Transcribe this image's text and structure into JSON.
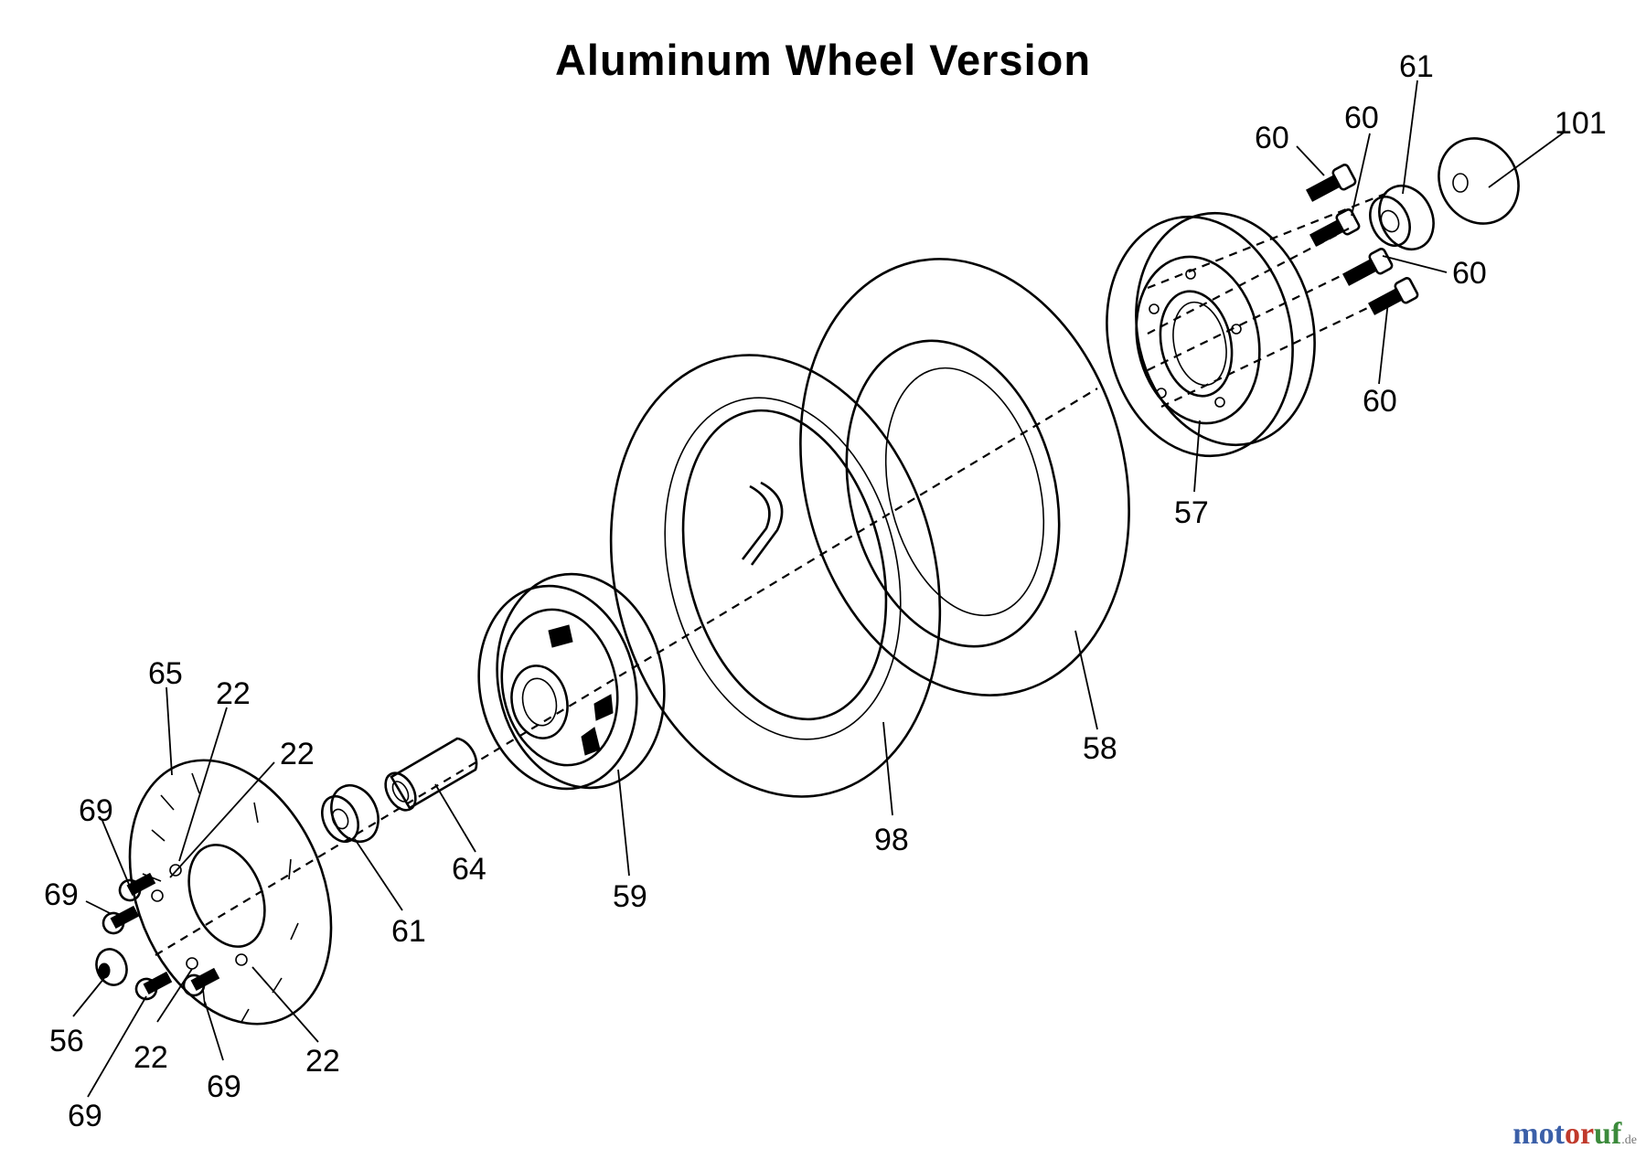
{
  "title": "Aluminum Wheel Version",
  "brand": {
    "p1": "mot",
    "p2": "or",
    "p3": "uf",
    "p4": ".de"
  },
  "labels": [
    {
      "id": "label-60-a",
      "text": "60"
    },
    {
      "id": "label-60-b",
      "text": "60"
    },
    {
      "id": "label-61-top",
      "text": "61"
    },
    {
      "id": "label-101",
      "text": "101"
    },
    {
      "id": "label-60-c",
      "text": "60"
    },
    {
      "id": "label-60-d",
      "text": "60"
    },
    {
      "id": "label-57",
      "text": "57"
    },
    {
      "id": "label-58",
      "text": "58"
    },
    {
      "id": "label-98",
      "text": "98"
    },
    {
      "id": "label-59",
      "text": "59"
    },
    {
      "id": "label-64",
      "text": "64"
    },
    {
      "id": "label-61-bottom",
      "text": "61"
    },
    {
      "id": "label-65",
      "text": "65"
    },
    {
      "id": "label-22-a",
      "text": "22"
    },
    {
      "id": "label-22-b",
      "text": "22"
    },
    {
      "id": "label-69-a",
      "text": "69"
    },
    {
      "id": "label-69-b",
      "text": "69"
    },
    {
      "id": "label-56",
      "text": "56"
    },
    {
      "id": "label-22-c",
      "text": "22"
    },
    {
      "id": "label-69-c",
      "text": "69"
    },
    {
      "id": "label-22-d",
      "text": "22"
    },
    {
      "id": "label-69-d",
      "text": "69"
    }
  ]
}
